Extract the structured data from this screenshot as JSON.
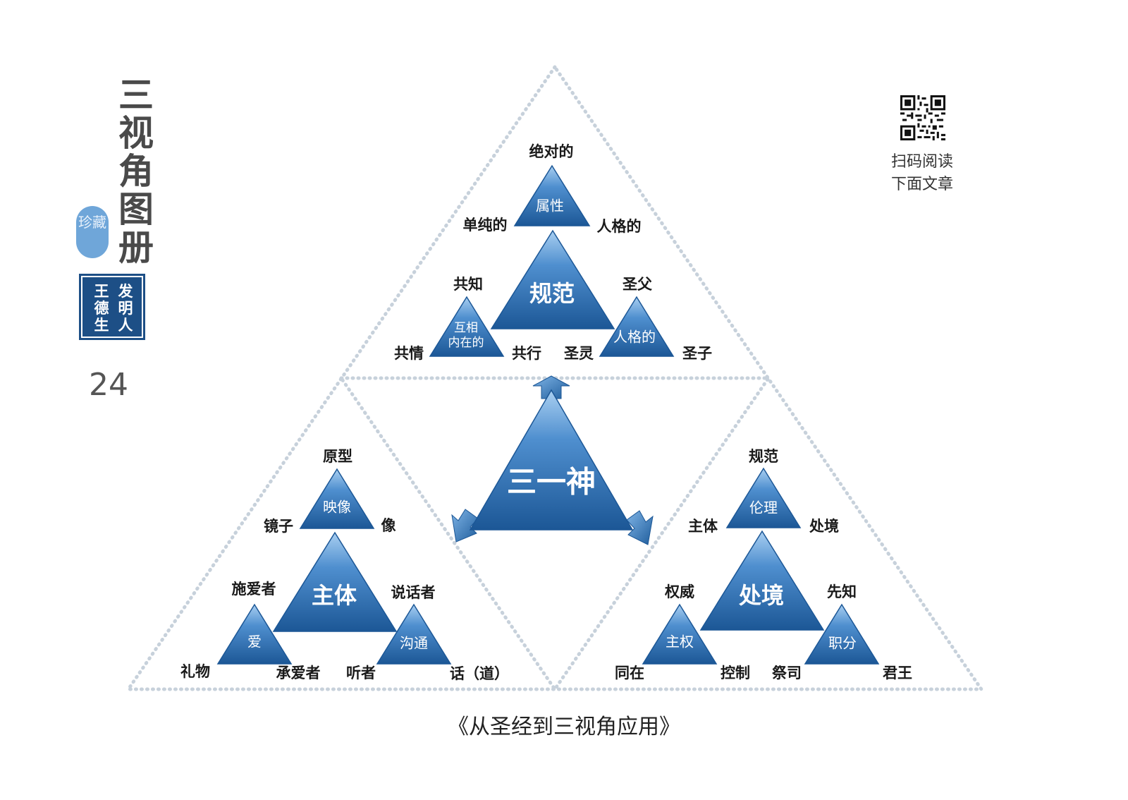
{
  "header": {
    "title": "三视角图册",
    "collect_badge": "珍藏",
    "seal": {
      "col1": "王德生",
      "col2": "发明人"
    },
    "page_number": "24"
  },
  "qr": {
    "line1": "扫码阅读",
    "line2": "下面文章"
  },
  "colors": {
    "triangle_dark": "#1f5d9c",
    "triangle_light": "#8cbce8",
    "dotted": "#c7d1db",
    "text": "#1a1a1a"
  },
  "center": {
    "label": "三一神"
  },
  "top_group": {
    "main": "规范",
    "apex": {
      "inner": "属性",
      "top": "绝对的",
      "left": "单纯的",
      "right": "人格的"
    },
    "left": {
      "inner_line1": "互相",
      "inner_line2": "内在的",
      "top": "共知",
      "left": "共情",
      "right": "共行"
    },
    "right": {
      "inner": "人格的",
      "top": "圣父",
      "left": "圣灵",
      "right": "圣子"
    }
  },
  "left_group": {
    "main": "主体",
    "apex": {
      "inner": "映像",
      "top": "原型",
      "left": "镜子",
      "right": "像"
    },
    "left": {
      "inner": "爱",
      "top": "施爱者",
      "left": "礼物",
      "right": "承爱者"
    },
    "right": {
      "inner": "沟通",
      "top": "说话者",
      "left": "听者",
      "right": "话（道）"
    }
  },
  "right_group": {
    "main": "处境",
    "apex": {
      "inner": "伦理",
      "top": "规范",
      "left": "主体",
      "right": "处境"
    },
    "left": {
      "inner": "主权",
      "top": "权威",
      "left": "同在",
      "right": "控制"
    },
    "right": {
      "inner": "职分",
      "top": "先知",
      "left": "祭司",
      "right": "君王"
    }
  },
  "caption": "《从圣经到三视角应用》"
}
